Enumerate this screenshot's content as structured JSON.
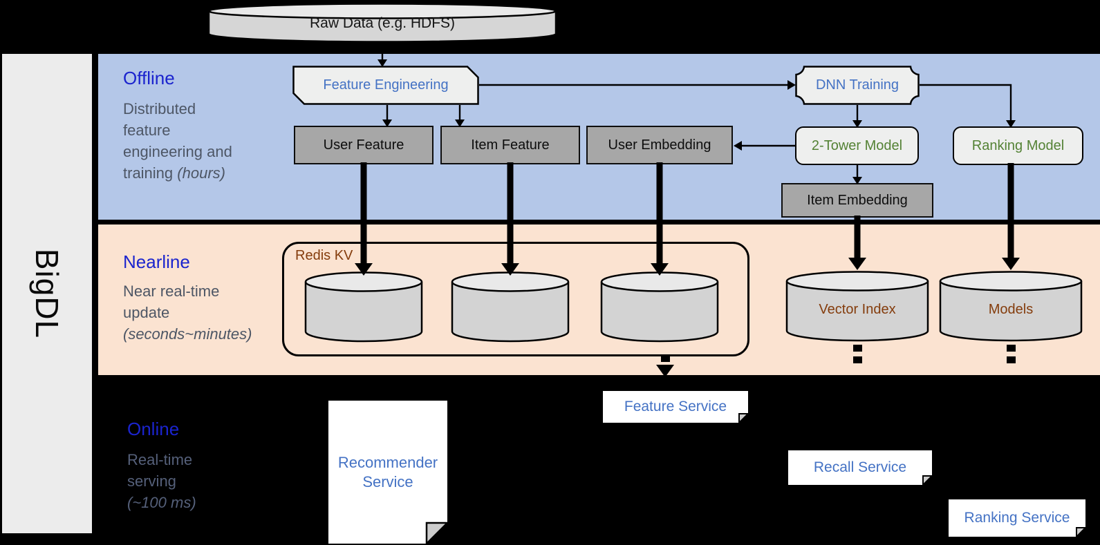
{
  "sidebar": {
    "label": "BigDL"
  },
  "source": {
    "label": "Raw Data (e.g. HDFS)"
  },
  "bands": {
    "offline": {
      "title": "Offline",
      "desc": "Distributed\nfeature\nengineering and\ntraining ",
      "desc_italic": "(hours)"
    },
    "nearline": {
      "title": "Nearline",
      "desc": "Near real-time\nupdate\n",
      "desc_italic": "(seconds~minutes)"
    },
    "online": {
      "title": "Online",
      "desc": "Real-time\nserving\n",
      "desc_italic": "(~100 ms)"
    }
  },
  "nodes": {
    "feature_engineering": "Feature Engineering",
    "dnn_training": "DNN Training",
    "user_feature": "User Feature",
    "item_feature": "Item Feature",
    "user_embedding": "User Embedding",
    "two_tower_model": "2-Tower Model",
    "ranking_model": "Ranking Model",
    "item_embedding": "Item Embedding"
  },
  "nearline": {
    "redis_kv": "Redis KV",
    "vector_index": "Vector Index",
    "models": "Models"
  },
  "services": {
    "recommender": "Recommender Service",
    "feature": "Feature Service",
    "recall": "Recall Service",
    "ranking": "Ranking Service"
  },
  "colors": {
    "offline_band": "#b4c7e8",
    "nearline_band": "#fbe3d1",
    "online_band": "#000000",
    "band_header_blue": "#1b24ce",
    "node_text_blue": "#4472c4",
    "model_text_green": "#548235",
    "storage_text_brown": "#843c0c",
    "gray_node": "#a7a7a7",
    "light_node": "#eeefee"
  }
}
